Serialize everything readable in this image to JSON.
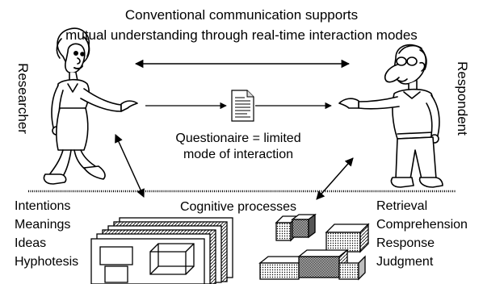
{
  "title_line1": "Conventional communication supports",
  "title_line2": "mutual understanding through real-time interaction modes",
  "researcher_label": "Researcher",
  "respondent_label": "Respondent",
  "questionnaire_line1": "Questionaire = limited",
  "questionnaire_line2": "mode of interaction",
  "cognitive_processes": "Cognitive processes",
  "researcher_items": [
    "Intentions",
    "Meanings",
    "Ideas",
    "Hyphotesis"
  ],
  "respondent_items": [
    "Retrieval",
    "Comprehension",
    "Response",
    "Judgment"
  ],
  "icons": {
    "document": "document-icon",
    "researcher": "researcher-figure",
    "respondent": "respondent-figure"
  },
  "colors": {
    "ink": "#000000",
    "background": "#ffffff",
    "shade": "#bdbdbd"
  }
}
